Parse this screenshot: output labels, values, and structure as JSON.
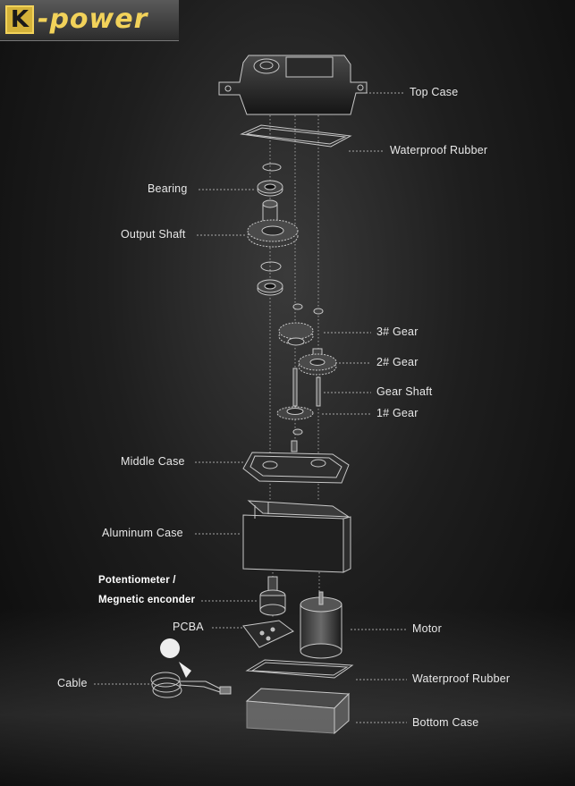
{
  "logo": {
    "letter": "K",
    "text": "-power"
  },
  "labels": {
    "top_case": "Top Case",
    "waterproof_rubber_top": "Waterproof Rubber",
    "bearing": "Bearing",
    "output_shaft": "Output Shaft",
    "gear3": "3# Gear",
    "gear2": "2# Gear",
    "gear_shaft": "Gear Shaft",
    "gear1": "1# Gear",
    "middle_case": "Middle Case",
    "aluminum_case": "Aluminum Case",
    "potentiometer_line1": "Potentiometer /",
    "potentiometer_line2": "Megnetic enconder",
    "pcba": "PCBA",
    "motor": "Motor",
    "cable": "Cable",
    "waterproof_rubber_bottom": "Waterproof Rubber",
    "bottom_case": "Bottom Case"
  }
}
